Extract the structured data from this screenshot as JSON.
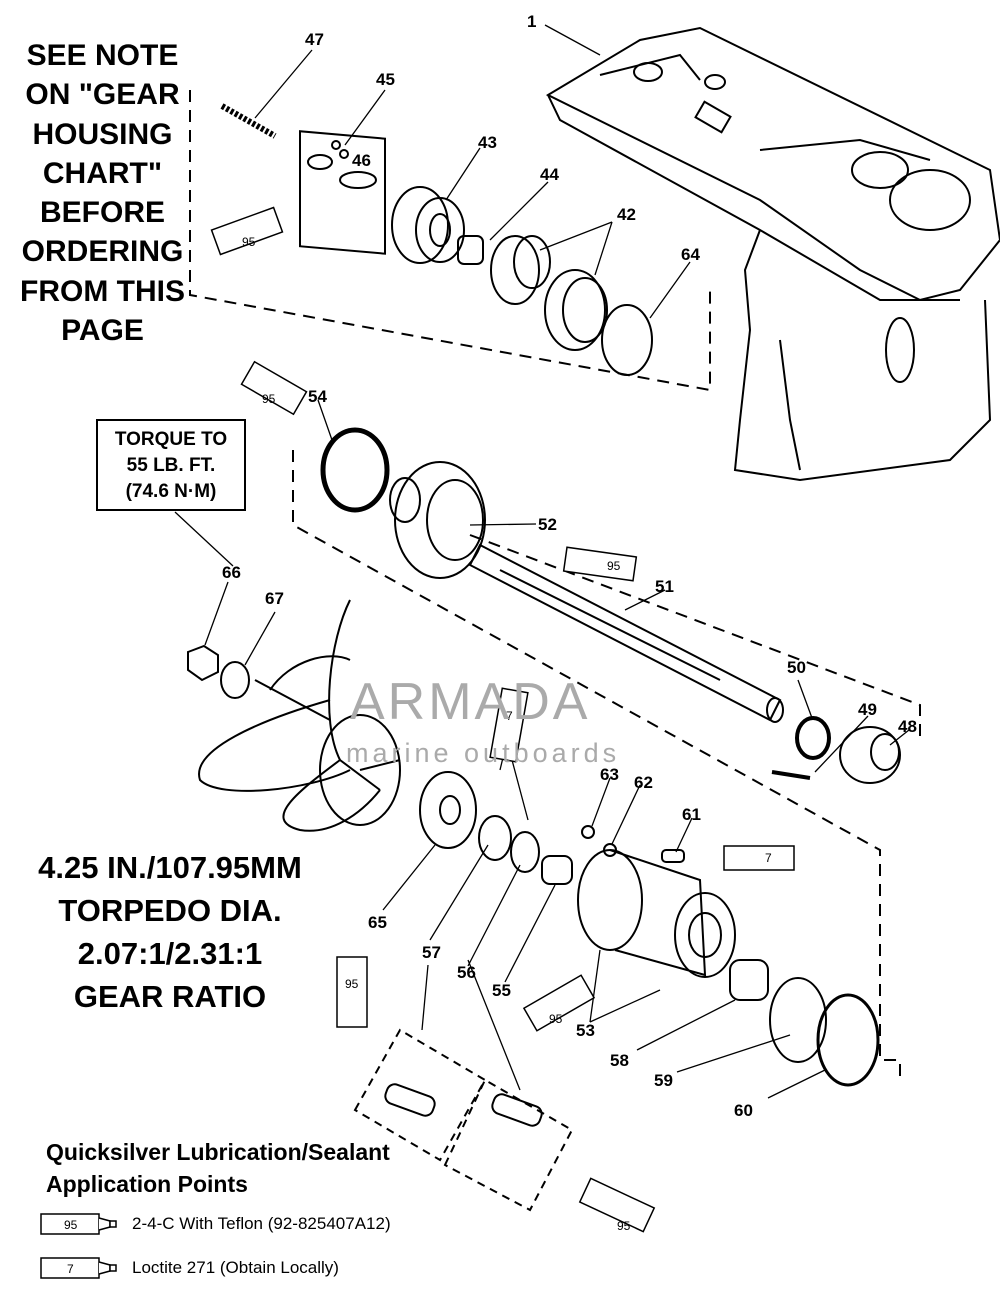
{
  "note": [
    "SEE NOTE",
    "ON \"GEAR",
    "HOUSING",
    "CHART\"",
    "BEFORE",
    "ORDERING",
    "FROM THIS",
    "PAGE"
  ],
  "torque": [
    "TORQUE TO",
    "55 LB. FT.",
    "(74.6 N·M)"
  ],
  "spec": [
    "4.25 IN./107.95MM",
    "TORPEDO DIA.",
    "2.07:1/2.31:1",
    "GEAR RATIO"
  ],
  "legend": {
    "title": [
      "Quicksilver Lubrication/Sealant",
      "Application Points"
    ],
    "items": [
      {
        "tube": "95",
        "text": "2-4-C  With Teflon (92-825407A12)"
      },
      {
        "tube": "7",
        "text": "Loctite 271 (Obtain Locally)"
      }
    ]
  },
  "watermark": {
    "brand": "ARMADA",
    "tagline": "marine outboards",
    "color": "#e8a0c8"
  },
  "part_numbers": [
    "1",
    "47",
    "45",
    "46",
    "43",
    "44",
    "42",
    "64",
    "54",
    "52",
    "51",
    "50",
    "49",
    "48",
    "66",
    "67",
    "63",
    "62",
    "61",
    "65",
    "57",
    "56",
    "55",
    "53",
    "58",
    "59",
    "60"
  ],
  "tube_labels": [
    "95",
    "95",
    "95",
    "7",
    "7",
    "95",
    "95",
    "95"
  ]
}
